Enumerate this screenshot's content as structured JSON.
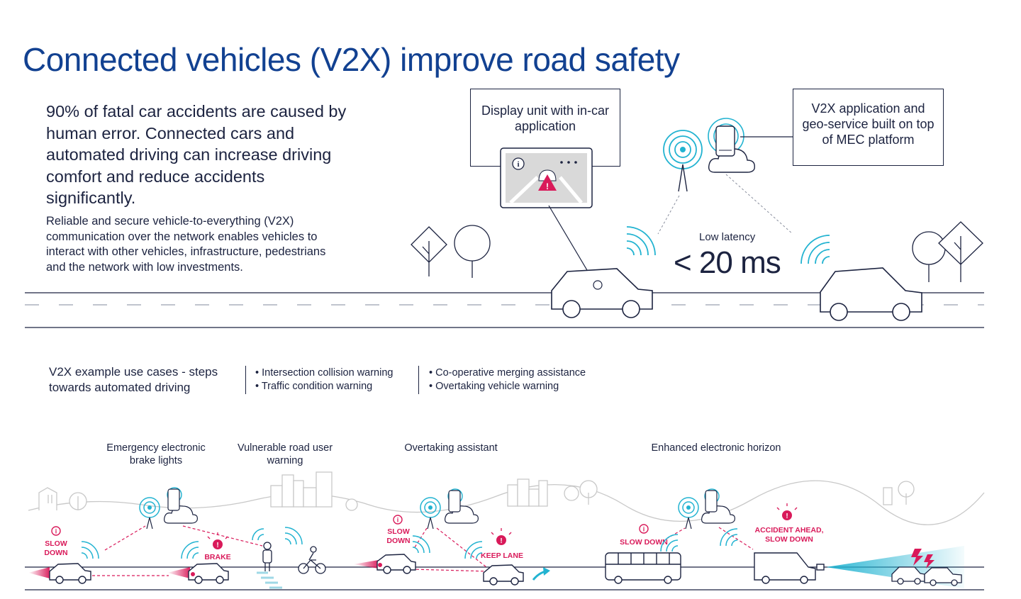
{
  "title": "Connected vehicles (V2X) improve road safety",
  "intro": {
    "lead": "90% of fatal car accidents are caused by human error. Connected cars and automated driving can increase driving comfort and reduce accidents significantly.",
    "body": "Reliable and secure vehicle-to-everything  (V2X) communication over the network enables vehicles to interact with other vehicles, infrastructure, pedestrians and the network with low investments."
  },
  "callouts": {
    "display_unit": "Display unit with in-car application",
    "v2x_app": "V2X application and geo-service built on top of MEC platform"
  },
  "latency": {
    "label": "Low latency",
    "value": "< 20 ms"
  },
  "use_cases": {
    "title": "V2X example use cases - steps towards automated driving",
    "group1": [
      "• Intersection collision warning",
      "• Traffic condition warning"
    ],
    "group2": [
      "• Co-operative merging assistance",
      "• Overtaking vehicle warning"
    ]
  },
  "scenarios": {
    "ebl": "Emergency electronic brake lights",
    "vru": "Vulnerable road user warning",
    "ota": "Overtaking assistant",
    "eeh": "Enhanced electronic horizon"
  },
  "warnings": {
    "slow_down_1": "SLOW DOWN",
    "brake": "BRAKE",
    "slow_down_2": "SLOW DOWN",
    "keep_lane": "KEEP LANE",
    "slow_down_3": "SLOW DOWN",
    "accident": "ACCIDENT AHEAD, SLOW DOWN"
  },
  "colors": {
    "title_blue": "#124191",
    "line_dark": "#1c2340",
    "signal_cyan": "#22b3d1",
    "alert_red": "#d91a5a",
    "background_gray": "#c8c8c8"
  }
}
